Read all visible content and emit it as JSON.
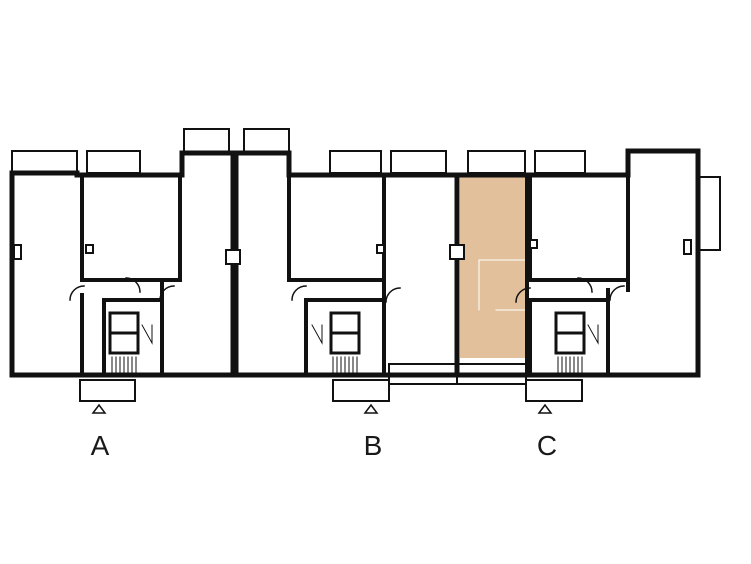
{
  "plan": {
    "highlight_color": "#e2c09c",
    "wall_color": "#111111",
    "entrances": [
      {
        "label": "A"
      },
      {
        "label": "B"
      },
      {
        "label": "C"
      }
    ]
  }
}
